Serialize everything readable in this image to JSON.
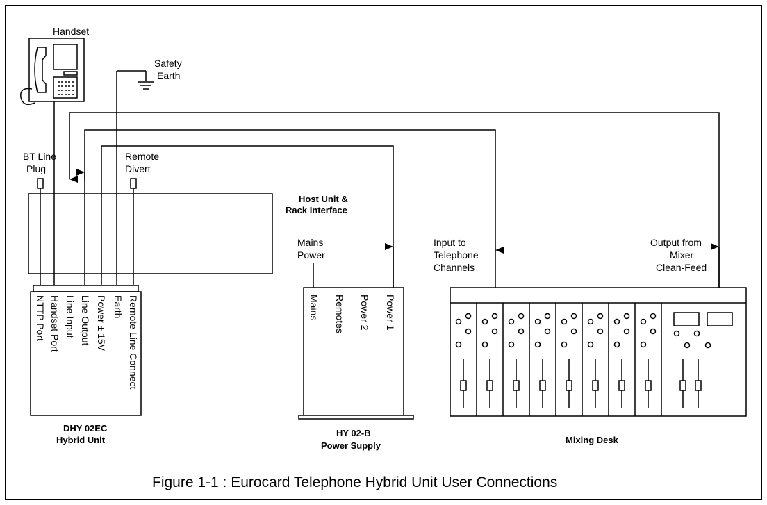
{
  "labels": {
    "handset": "Handset",
    "safety_earth": [
      "Safety",
      "Earth"
    ],
    "bt_line_plug": [
      "BT Line",
      "Plug"
    ],
    "remote_divert": [
      "Remote",
      "Divert"
    ],
    "host_unit": [
      "Host Unit &",
      "Rack Interface"
    ],
    "mains_power": [
      "Mains",
      "Power"
    ],
    "input_to_channels": [
      "Input to",
      "Telephone",
      "Channels"
    ],
    "output_from_mixer": [
      "Output from",
      "Mixer",
      "Clean-Feed"
    ]
  },
  "hybrid_unit": {
    "ports": [
      "NTTP Port",
      "Handset Port",
      "Line Input",
      "Line Output",
      "Power ± 15V",
      "Earth",
      "Remote Line Connect"
    ],
    "name": [
      "DHY 02EC",
      "Hybrid Unit"
    ]
  },
  "power_supply": {
    "ports": [
      "Mains",
      "Remotes",
      "Power 2",
      "Power 1"
    ],
    "name": [
      "HY 02-B",
      "Power Supply"
    ]
  },
  "mixing_desk": {
    "name": "Mixing Desk",
    "channel_strips": 8
  },
  "caption": "Figure 1-1 : Eurocard Telephone Hybrid Unit User Connections"
}
